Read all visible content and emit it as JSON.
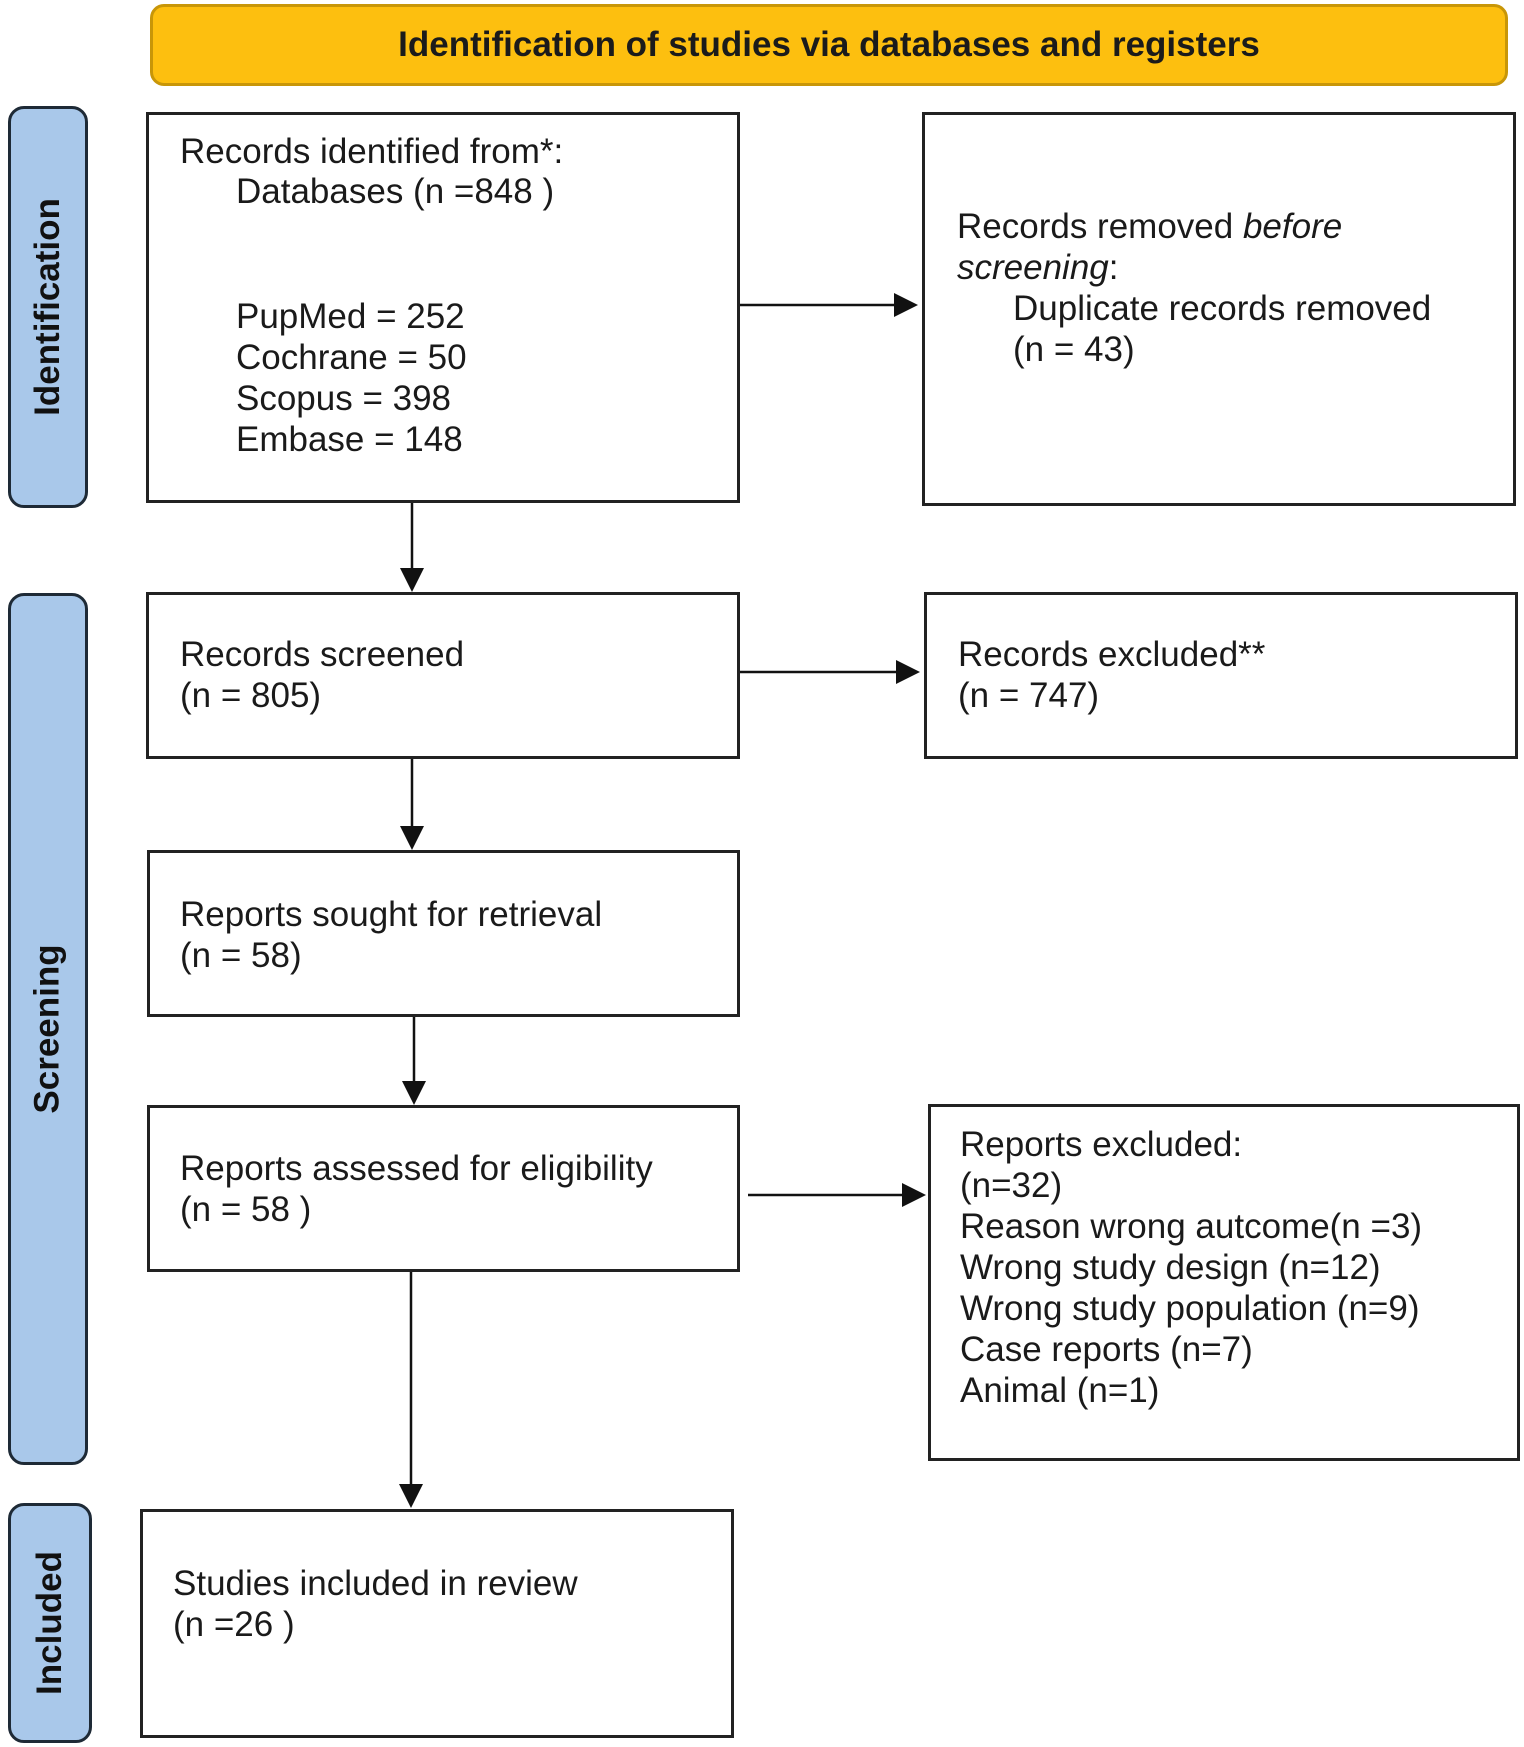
{
  "banner": {
    "title": "Identification of studies via databases and registers"
  },
  "phases": {
    "identification": "Identification",
    "screening": "Screening",
    "included": "Included"
  },
  "identification_box": {
    "heading": "Records identified from*:",
    "databases": "Databases (n =848 )",
    "sources": [
      "PupMed = 252",
      "Cochrane = 50",
      "Scopus = 398",
      "Embase = 148"
    ]
  },
  "removed_box": {
    "line1_prefix": "Records removed ",
    "line1_italic": "before",
    "line2_italic": "screening",
    "line2_suffix": ":",
    "line3": "Duplicate records removed",
    "line4": "(n = 43)"
  },
  "screened_box": {
    "label": "Records screened",
    "count": "(n = 805)"
  },
  "excluded_box": {
    "label": "Records excluded**",
    "count": "(n = 747)"
  },
  "retrieval_box": {
    "label": "Reports sought for retrieval",
    "count": "(n = 58)"
  },
  "eligibility_box": {
    "label": "Reports assessed for eligibility",
    "count": "(n = 58 )"
  },
  "reports_excluded_box": {
    "label": "Reports excluded:",
    "count": "(n=32)",
    "reasons": [
      "Reason wrong autcome(n =3)",
      "Wrong study design (n=12)",
      "Wrong study population (n=9)",
      "Case reports (n=7)",
      "Animal (n=1)"
    ]
  },
  "included_box": {
    "label": "Studies included in review",
    "count": "(n =26 )"
  },
  "colors": {
    "banner": "#fdbf0f",
    "phase": "#a9c8ea",
    "stroke": "#222222"
  }
}
